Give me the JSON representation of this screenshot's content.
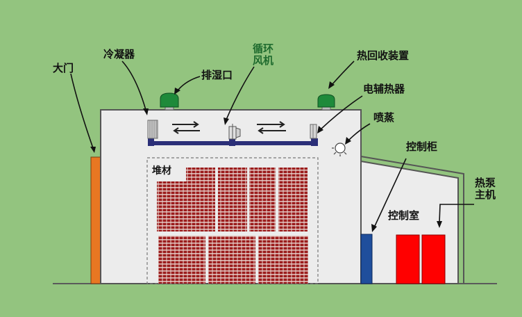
{
  "labels": {
    "door": "大门",
    "condenser": "冷凝器",
    "dehumid_vent": "排湿口",
    "circ_fan_line1": "循环",
    "circ_fan_line2": "风机",
    "heat_recovery": "热回收装置",
    "electric_heater": "电辅热器",
    "steam_spray": "喷蒸",
    "wood_stack": "堆材",
    "control_cabinet": "控制柜",
    "control_room": "控制室",
    "heat_pump_line1": "热泵",
    "heat_pump_line2": "主机"
  },
  "colors": {
    "background": "#93c47f",
    "chamber_wall": "#ececec",
    "chamber_outline": "#555555",
    "door": "#e87722",
    "vent_cap": "#1e8a3a",
    "duct": "#2b2f78",
    "wood": "#9b1c1c",
    "control_cabinet": "#1f4e9c",
    "heat_pump": "#ff0000",
    "circ_fan_label": "#1f6b2e"
  },
  "icons": {
    "fan": "fan-icon",
    "lamp": "steam-nozzle-icon",
    "arrows": "airflow-arrows-icon"
  }
}
